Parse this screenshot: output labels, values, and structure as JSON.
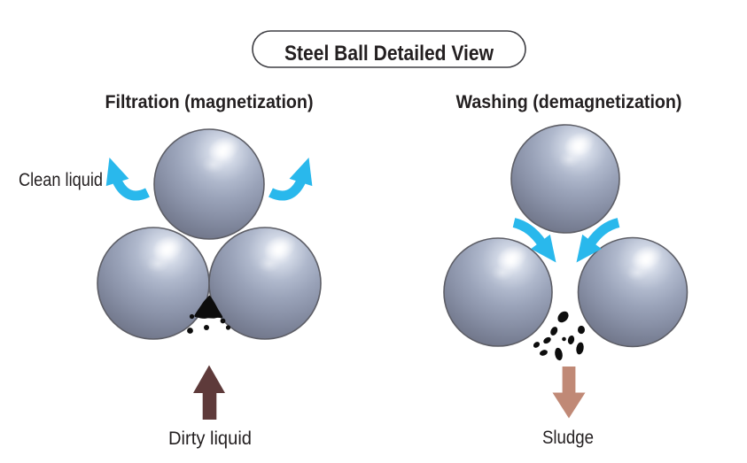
{
  "title": "Steel Ball Detailed View",
  "panels": {
    "filtration": {
      "title": "Filtration (magnetization)",
      "clean_liquid_label": "Clean liquid",
      "dirty_liquid_label": "Dirty liquid"
    },
    "washing": {
      "title": "Washing (demagnetization)",
      "sludge_label": "Sludge"
    }
  },
  "colors": {
    "background": "#ffffff",
    "text": "#231f20",
    "pill_outline": "#3f3f44",
    "ball_outline": "#5d5e66",
    "flow_arrow": "#29b8ec",
    "dirty_liquid_arrow": "#5e3a3a",
    "sludge_arrow": "#c08976",
    "particles": "#0d0d0d"
  }
}
